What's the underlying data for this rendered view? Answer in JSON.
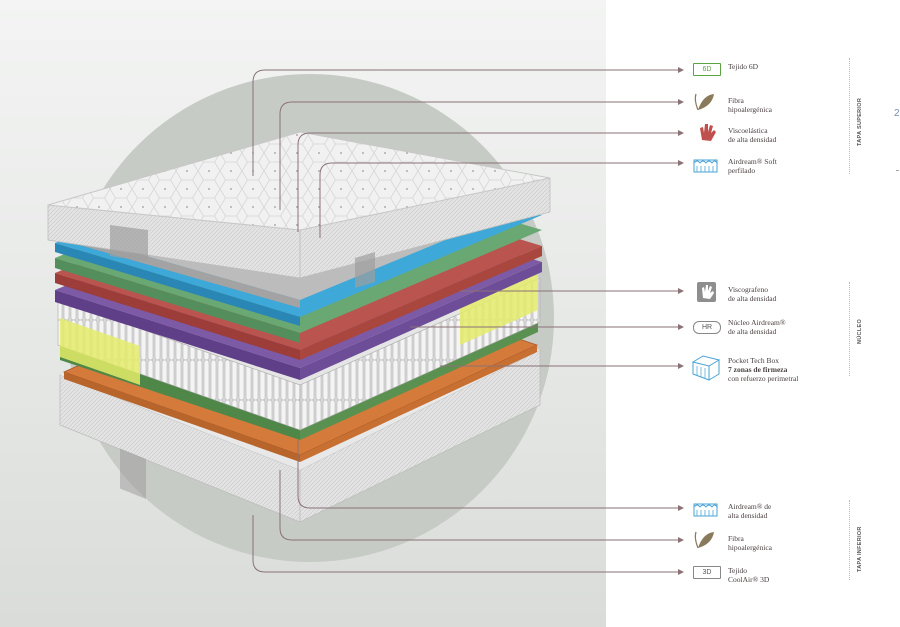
{
  "colors": {
    "leader_line": "#8a7276",
    "accent_green": "#5aa542",
    "icon_blue": "#4aa3d6",
    "icon_red": "#c0504d",
    "icon_brown": "#8a7a5c"
  },
  "callouts": [
    {
      "badge": "6D",
      "lines": [
        "Tejido 6D"
      ],
      "icon": "6d-fabric-badge"
    },
    {
      "lines": [
        "Fibra",
        "hipoalergénica"
      ],
      "icon": "leaf-icon"
    },
    {
      "lines": [
        "Viscoelástica",
        "de alta densidad"
      ],
      "icon": "hand-imprint-icon"
    },
    {
      "lines": [
        "Airdream® Soft",
        "perfilado"
      ],
      "icon": "profiled-foam-icon"
    },
    {
      "lines": [
        "Viscografeno",
        "de alta densidad"
      ],
      "icon": "hand-graphene-icon"
    },
    {
      "badge": "HR",
      "lines": [
        "Núcleo Airdream®",
        "de alta densidad"
      ],
      "icon": "hr-core-badge"
    },
    {
      "lines": [
        "Pocket Tech Box",
        "7 zonas de firmeza",
        "con refuerzo perimetral"
      ],
      "bold_line": 1,
      "icon": "pocket-box-icon"
    },
    {
      "lines": [
        "Airdream® de",
        "alta densidad"
      ],
      "icon": "airdream-foam-icon"
    },
    {
      "lines": [
        "Fibra",
        "hipoalergénica"
      ],
      "icon": "leaf-icon"
    },
    {
      "badge": "3D",
      "lines": [
        "Tejido",
        "CoolAir® 3D"
      ],
      "icon": "3d-fabric-badge"
    }
  ],
  "sections": {
    "top": "TAPA SUPERIOR",
    "core": "NÚCLEO",
    "bottom": "TAPA INFERIOR"
  },
  "page_number": "2"
}
